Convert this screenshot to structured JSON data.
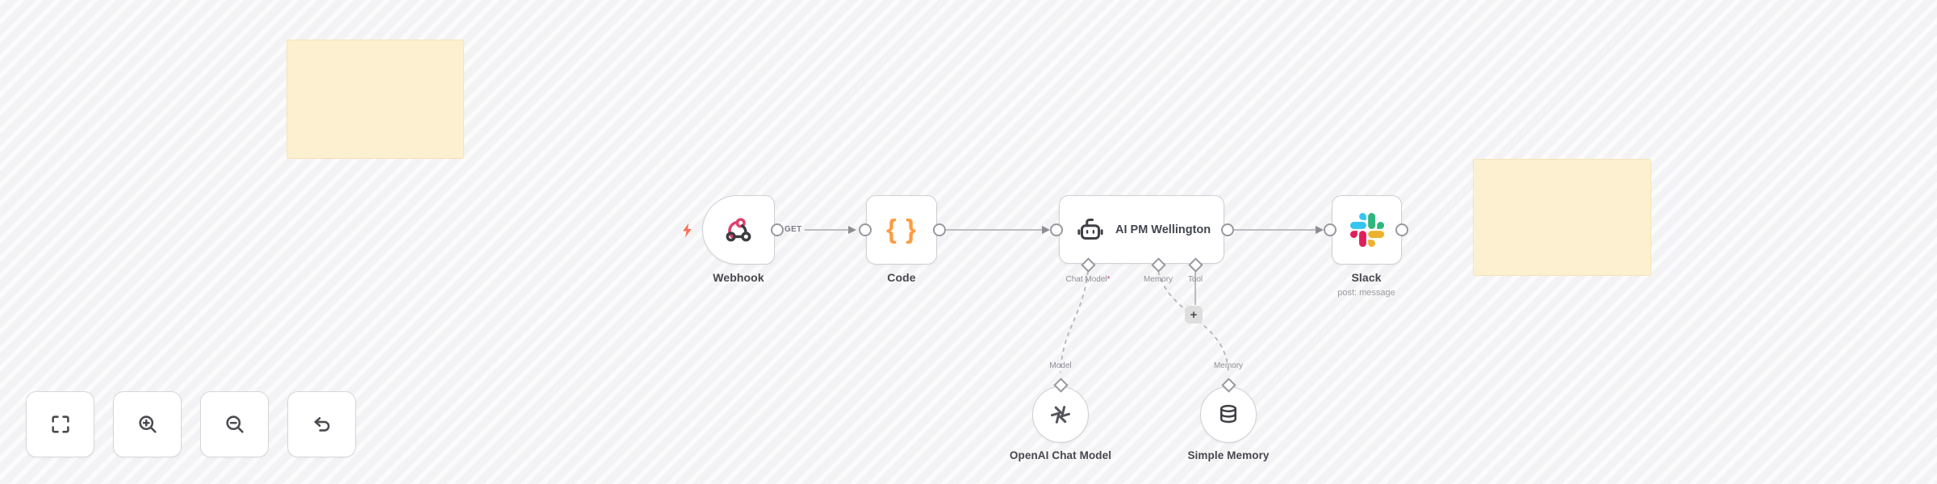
{
  "app": {
    "description": "workflow-canvas",
    "canvas_background": "#f3f3f5",
    "sticky_color": "#fcf0d0"
  },
  "nodes": {
    "webhook": {
      "label": "Webhook",
      "method_badge": "GET",
      "icon": "webhook-icon",
      "accent_pink": "#e0426c",
      "accent_dark": "#3c3c41",
      "trigger_bolt_icon": "lightning-icon",
      "trigger_bolt_color": "#ff6d5a"
    },
    "code": {
      "label": "Code",
      "icon": "curly-braces-icon",
      "accent": "#ff9b41"
    },
    "agent": {
      "label": "AI PM Wellington",
      "icon": "robot-icon",
      "ports": [
        {
          "label": "Chat Model",
          "required_marker": "*"
        },
        {
          "label": "Memory",
          "required_marker": ""
        },
        {
          "label": "Tool",
          "required_marker": ""
        }
      ],
      "add_tool_button": "+"
    },
    "slack": {
      "label": "Slack",
      "subtitle": "post: message",
      "icon": "slack-icon",
      "colors": {
        "blue": "#36c5f0",
        "green": "#2eb67d",
        "yellow": "#ecb22e",
        "red": "#e01e5a"
      }
    },
    "openai_chat_model": {
      "label": "OpenAI Chat Model",
      "port_label": "Model",
      "icon": "openai-icon"
    },
    "simple_memory": {
      "label": "Simple Memory",
      "port_label": "Memory",
      "icon": "database-icon"
    }
  },
  "controls": [
    {
      "name": "zoom-to-fit",
      "icon": "fit-view-icon"
    },
    {
      "name": "zoom-in",
      "icon": "zoom-in-icon"
    },
    {
      "name": "zoom-out",
      "icon": "zoom-out-icon"
    },
    {
      "name": "undo",
      "icon": "undo-icon"
    }
  ]
}
